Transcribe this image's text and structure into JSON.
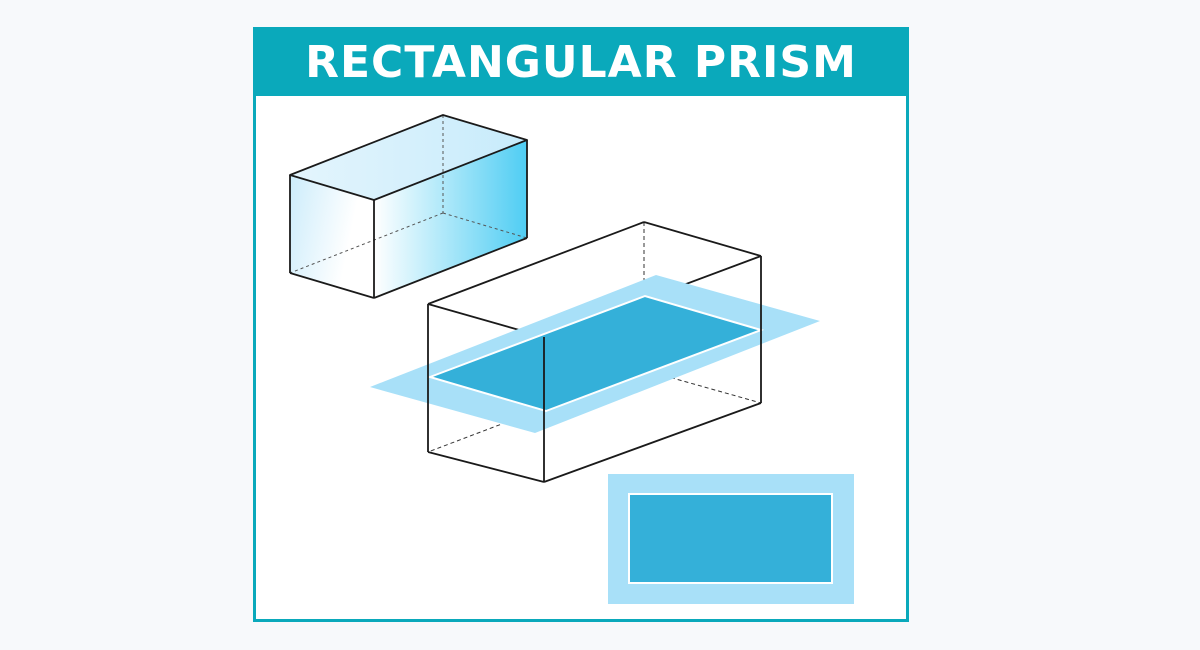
{
  "title": "RECTANGULAR PRISM",
  "colors": {
    "frame": "#0aa9bb",
    "plane_light": "#a8e0f8",
    "plane_dark": "#34b0d9",
    "prism_fill_start": "#ffffff",
    "prism_fill_end": "#4fcdf3",
    "edge": "#1a1a1a",
    "background": "#f7f9fb"
  },
  "figures": [
    {
      "name": "solid-rectangular-prism"
    },
    {
      "name": "prism-with-cross-section-plane"
    },
    {
      "name": "rectangular-cross-section"
    }
  ]
}
